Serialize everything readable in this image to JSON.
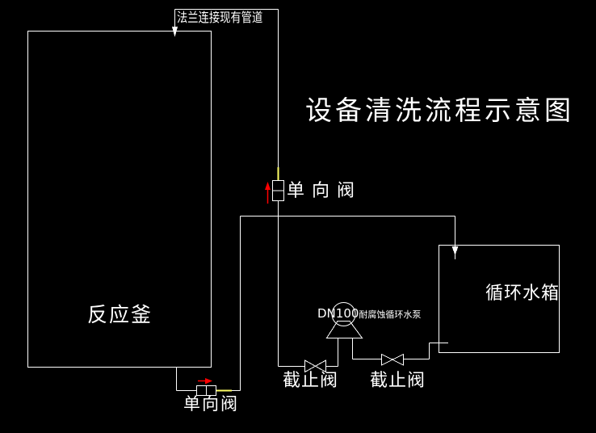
{
  "title": "设备清洗流程示意图",
  "annotations": {
    "flange_note": "法兰连接现有管道",
    "check_valve_top": "单向阀",
    "check_valve_bottom": "单向阀",
    "stop_valve_left": "截止阀",
    "stop_valve_right": "截止阀"
  },
  "equipment": {
    "reactor": "反应釜",
    "tank": "循环水箱",
    "pump_dn": "DN100",
    "pump_name": "耐腐蚀循环水泵"
  },
  "colors": {
    "background": "#000000",
    "line": "#ffffff",
    "flow_arrow": "#ff0000",
    "valve_highlight": "#ffff66"
  }
}
